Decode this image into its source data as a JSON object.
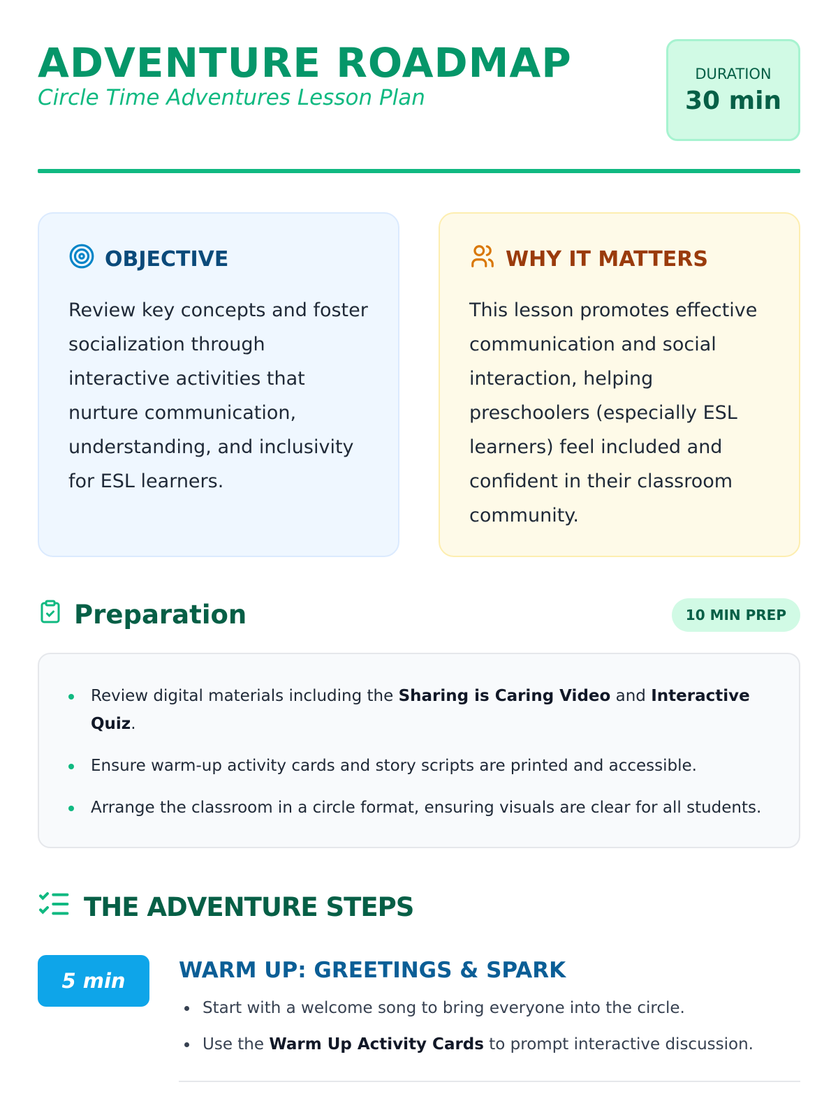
{
  "header": {
    "title": "ADVENTURE ROADMAP",
    "subtitle": "Circle Time Adventures Lesson Plan",
    "duration_label": "DURATION",
    "duration_value": "30 min"
  },
  "objective": {
    "title": "OBJECTIVE",
    "text": "Review key concepts and foster socialization through interactive activities that nurture communication, understanding, and inclusivity for ESL learners."
  },
  "why": {
    "title": "WHY IT MATTERS",
    "text": "This lesson promotes effective communication and social interaction, helping preschoolers (especially ESL learners) feel included and confident in their classroom community."
  },
  "preparation": {
    "title": "Preparation",
    "badge": "10 MIN PREP",
    "items": [
      {
        "a": "Review digital materials including the ",
        "b1": "Sharing is Caring Video",
        "c": " and ",
        "b2": "Interactive Quiz",
        "d": "."
      },
      {
        "text": "Ensure warm-up activity cards and story scripts are printed and accessible."
      },
      {
        "text": "Arrange the classroom in a circle format, ensuring visuals are clear for all students."
      }
    ]
  },
  "steps": {
    "title": "THE ADVENTURE STEPS",
    "items": [
      {
        "time": "5 min",
        "title": "WARM UP: GREETINGS & SPARK",
        "b1": "Start with a welcome song to bring everyone into the circle.",
        "b2a": "Use the ",
        "b2b": "Warm Up Activity Cards",
        "b2c": " to prompt interactive discussion."
      }
    ]
  }
}
